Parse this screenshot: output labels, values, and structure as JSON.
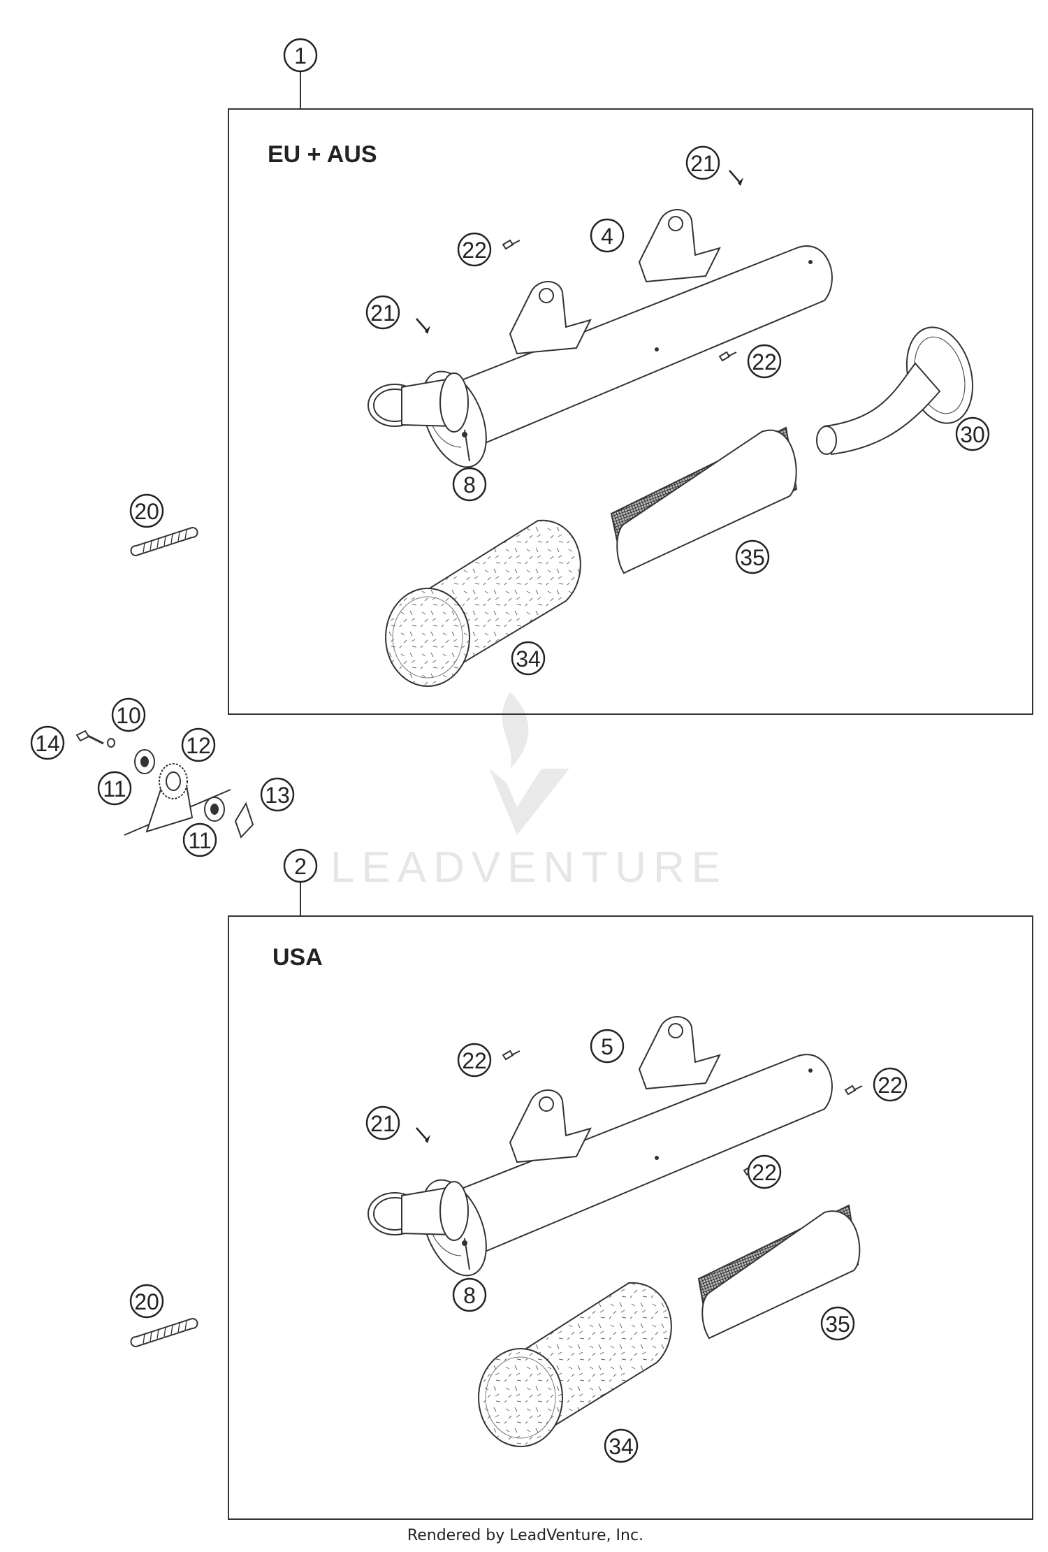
{
  "regions": [
    {
      "label": "EU + AUS",
      "callout": "1"
    },
    {
      "label": "USA",
      "callout": "2"
    }
  ],
  "callouts": {
    "c1": "1",
    "c2": "2",
    "c4": "4",
    "c5": "5",
    "c8": "8",
    "c10": "10",
    "c11": "11",
    "c12": "12",
    "c13": "13",
    "c14": "14",
    "c20": "20",
    "c21": "21",
    "c22": "22",
    "c30": "30",
    "c34": "34",
    "c35": "35"
  },
  "watermark": "LEADVENTURE",
  "footer": "Rendered by LeadVenture, Inc."
}
